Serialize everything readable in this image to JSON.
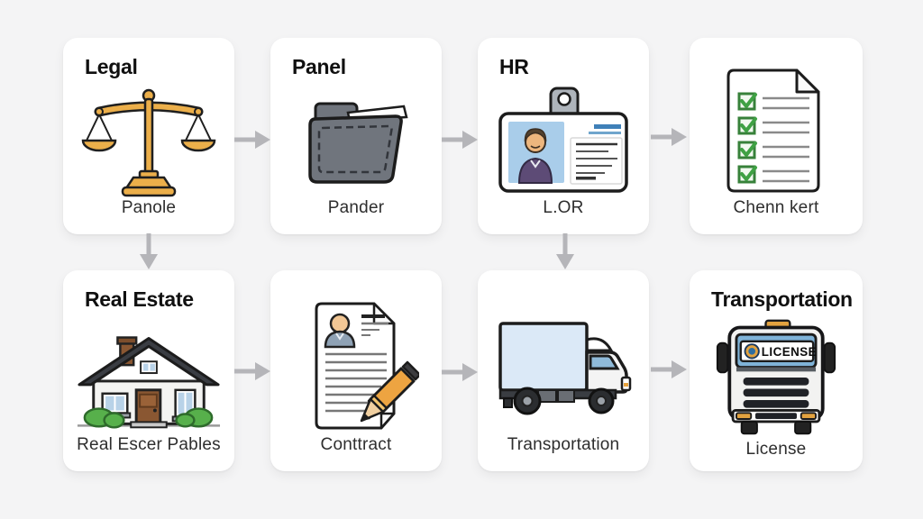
{
  "colors": {
    "background": "#f4f4f5",
    "card_background": "#ffffff",
    "arrow": "#b5b5b9",
    "title_text": "#101010",
    "caption_text": "#2e2e2e",
    "gold": "#ecaf4a",
    "folder_gray": "#70757d",
    "photo_blue": "#a9cdea",
    "truck_box_blue": "#dbe9f7",
    "windshield_blue": "#7fb3d8",
    "check_green": "#3fa144",
    "bush_green": "#57b04b"
  },
  "cards": [
    {
      "title": "Legal",
      "caption": "Panole",
      "icon": "scales-icon"
    },
    {
      "title": "Panel",
      "caption": "Pander",
      "icon": "folder-icon"
    },
    {
      "title": "HR",
      "caption": "L.OR",
      "icon": "id-badge-icon"
    },
    {
      "title": "",
      "caption": "Chenn kert",
      "icon": "checklist-icon"
    },
    {
      "title": "Real Estate",
      "caption": "Real Escer Pables",
      "icon": "house-icon"
    },
    {
      "title": "",
      "caption": "Conttract",
      "icon": "contract-icon"
    },
    {
      "title": "",
      "caption": "Transportation",
      "icon": "truck-side-icon"
    },
    {
      "title": "Transportation",
      "caption": "License",
      "icon": "truck-front-license-icon",
      "icon_text": "LICENSE"
    }
  ],
  "connections": [
    {
      "from": "Legal",
      "to": "Panel",
      "direction": "right"
    },
    {
      "from": "Panel",
      "to": "HR",
      "direction": "right"
    },
    {
      "from": "HR",
      "to": "Chenn kert",
      "direction": "right"
    },
    {
      "from": "Legal",
      "to": "Real Estate",
      "direction": "down"
    },
    {
      "from": "HR",
      "to": "Transportation",
      "direction": "down"
    },
    {
      "from": "Real Estate",
      "to": "Conttract",
      "direction": "right"
    },
    {
      "from": "Conttract",
      "to": "Transportation",
      "direction": "right"
    },
    {
      "from": "Transportation",
      "to": "License",
      "direction": "right"
    }
  ]
}
